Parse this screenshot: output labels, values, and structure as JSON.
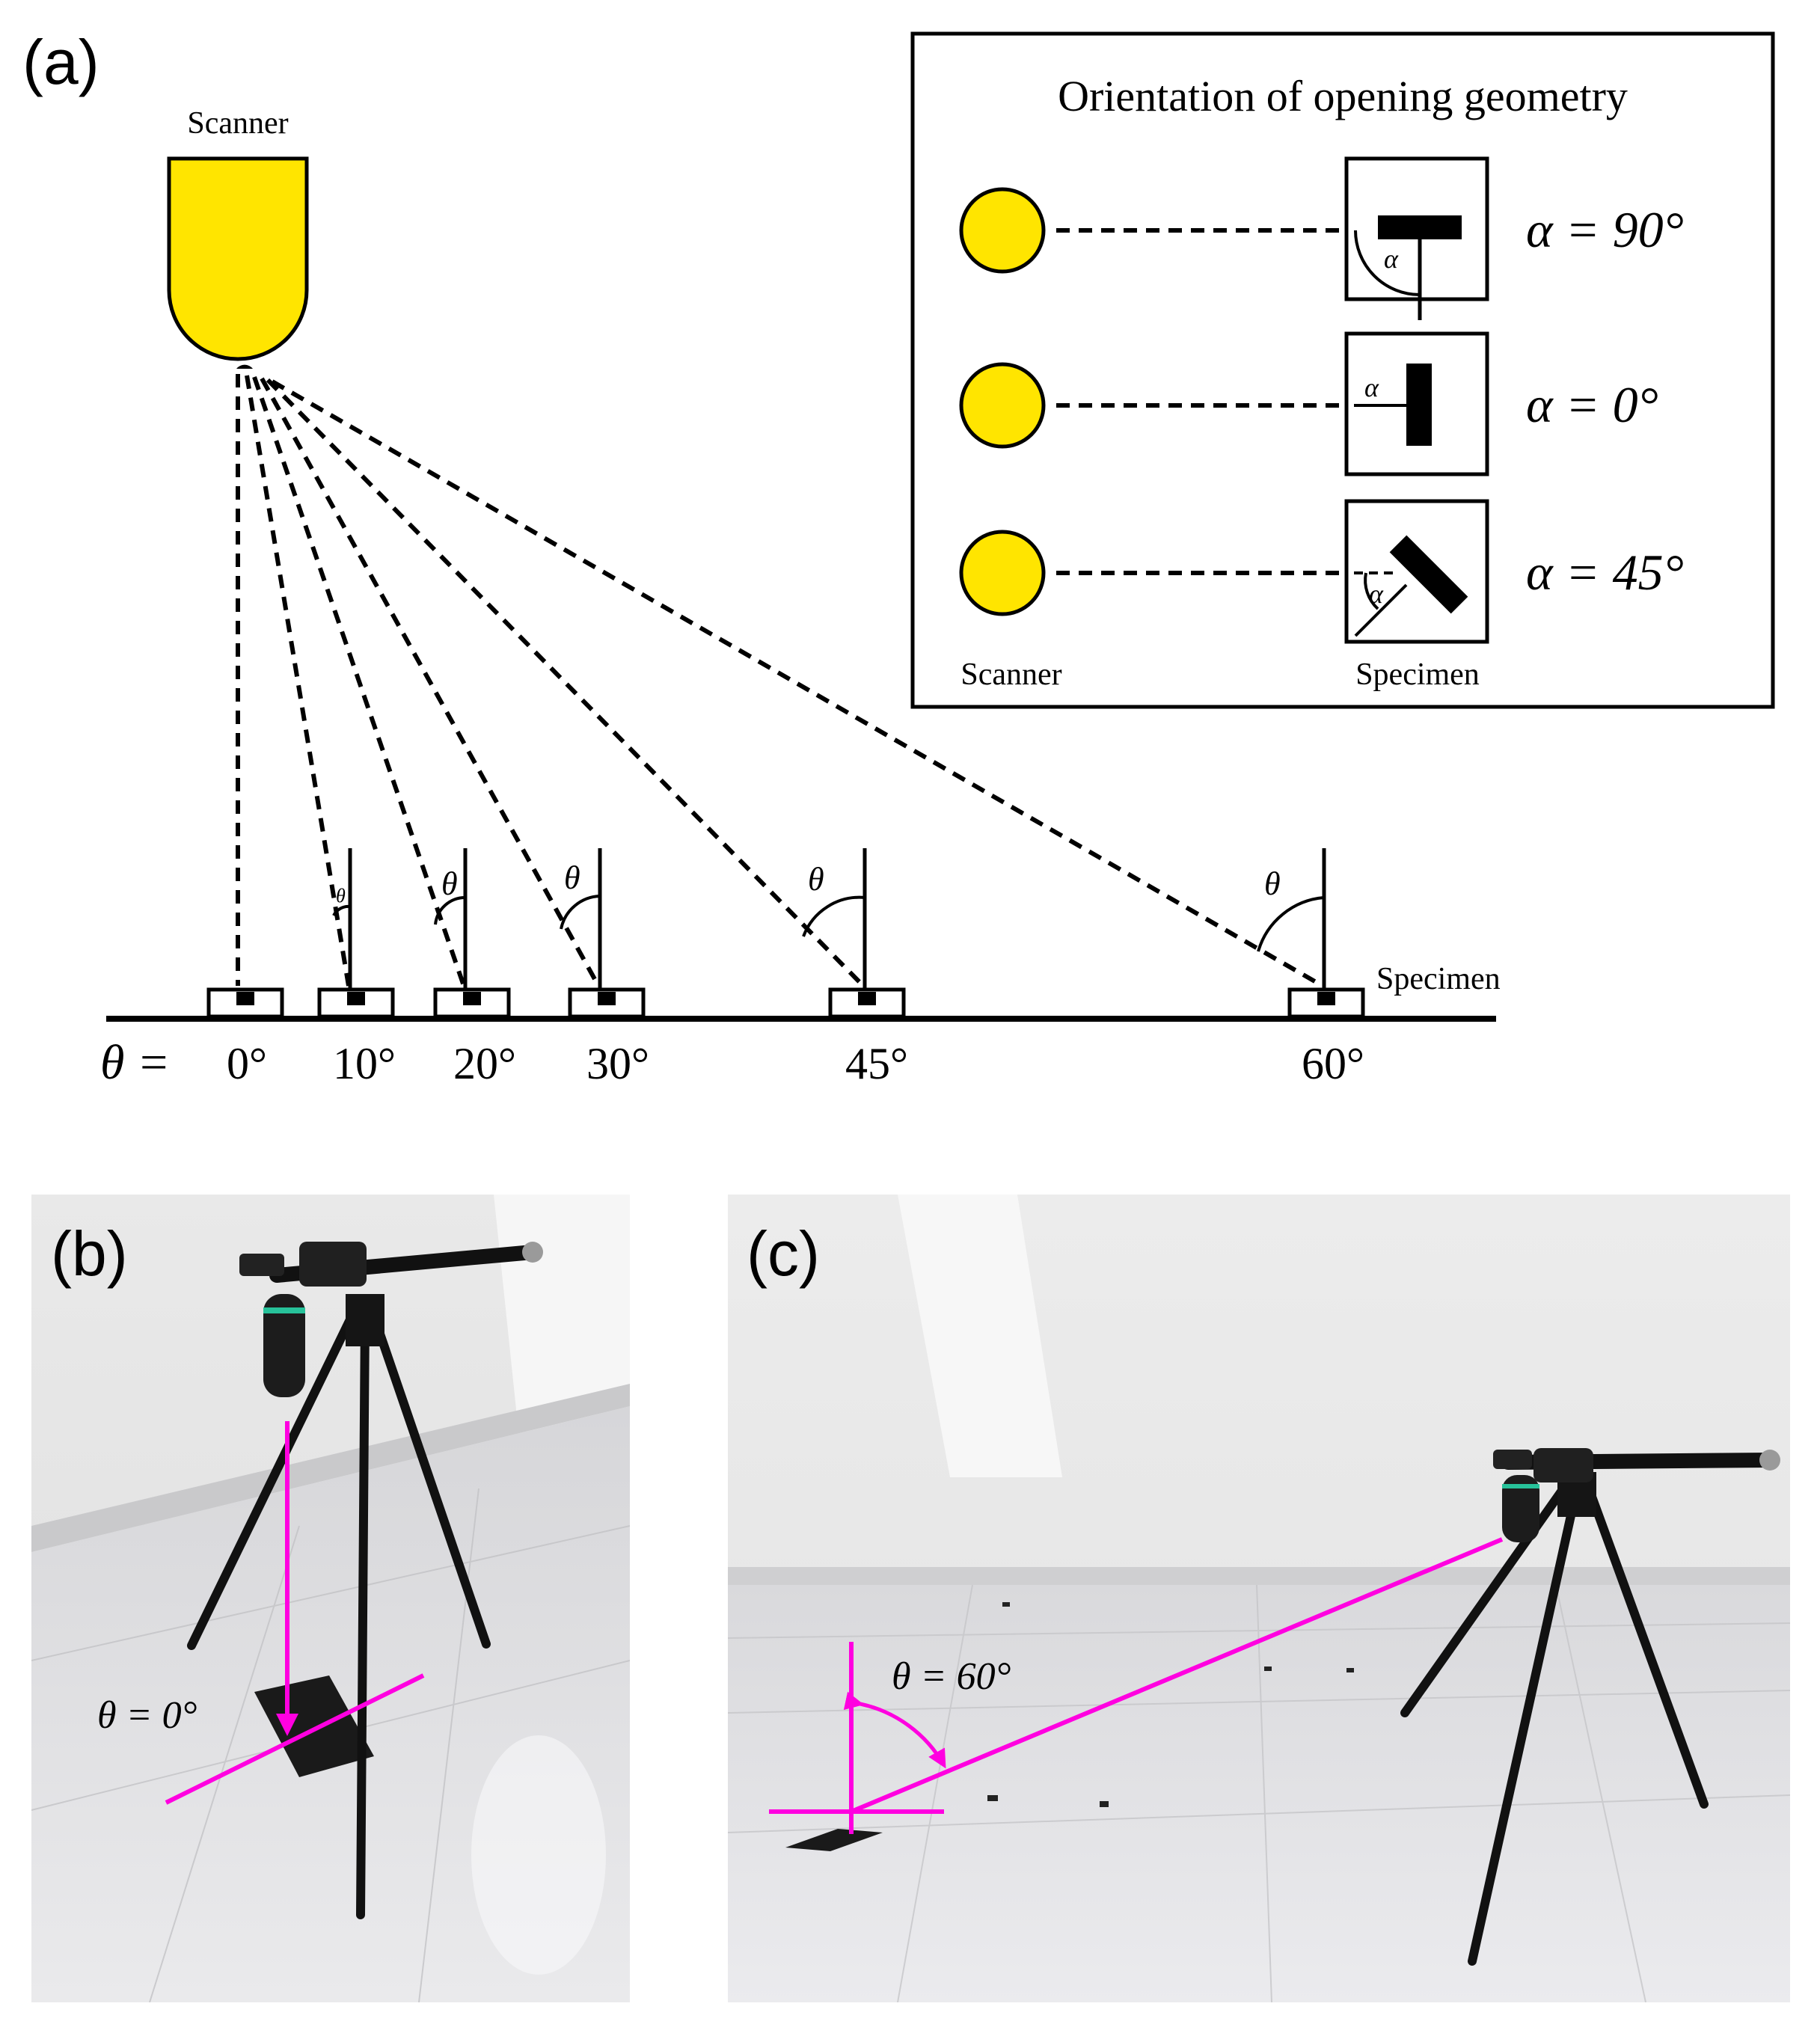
{
  "panel_a": {
    "label": "(a)",
    "scanner_label": "Scanner",
    "specimen_label": "Specimen",
    "theta_symbol": "θ",
    "theta_prefix": "θ =",
    "angles": [
      "0°",
      "10°",
      "20°",
      "30°",
      "45°",
      "60°"
    ],
    "inset": {
      "title": "Orientation of opening geometry",
      "alpha_symbol": "α",
      "rows": [
        {
          "label": "α = 90°"
        },
        {
          "label": "α = 0°"
        },
        {
          "label": "α = 45°"
        }
      ],
      "scanner_label": "Scanner",
      "specimen_label": "Specimen"
    }
  },
  "panel_b": {
    "label": "(b)",
    "annotation": "θ = 0°"
  },
  "panel_c": {
    "label": "(c)",
    "annotation": "θ = 60°"
  },
  "colors": {
    "scanner_fill": "#FFE500",
    "annotation": "#FF00E0",
    "ink": "#000000"
  }
}
